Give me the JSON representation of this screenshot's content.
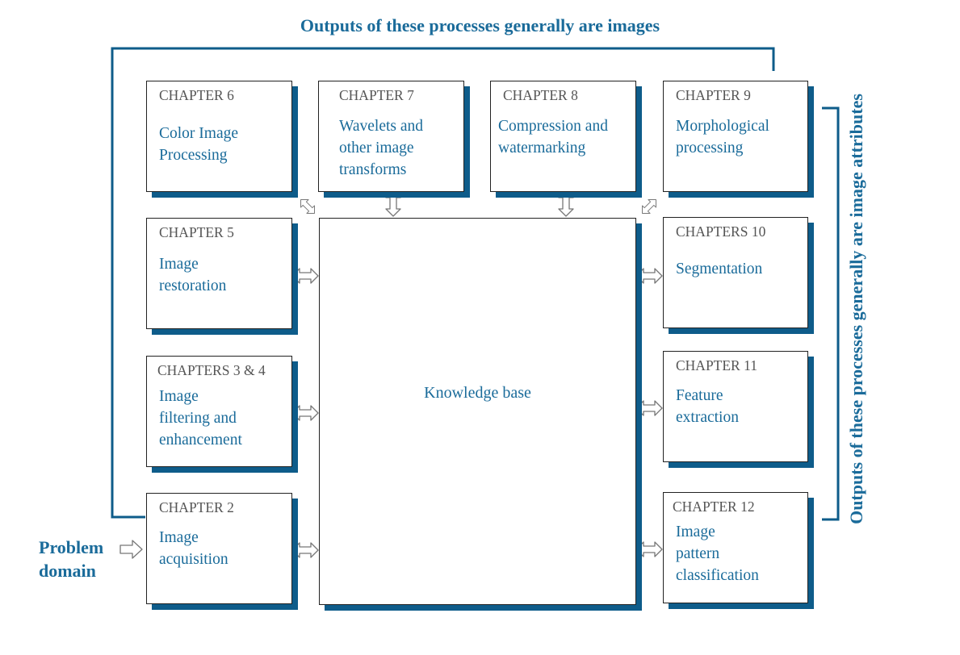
{
  "top_heading": "Outputs of these processes generally are images",
  "right_heading": "Outputs of these processes generally are image attributes",
  "problem_domain": [
    "Problem",
    "domain"
  ],
  "knowledge_base": "Knowledge base",
  "colors": {
    "accent": "#1a6b9a",
    "shadow": "#0e5c8a",
    "border": "#222222",
    "chapter_text": "#555555"
  },
  "boxes": [
    {
      "id": "ch6",
      "chapter": "CHAPTER 6",
      "title": [
        "Color Image",
        "Processing"
      ]
    },
    {
      "id": "ch7",
      "chapter": "CHAPTER 7",
      "title": [
        "Wavelets and",
        "other image",
        "transforms"
      ]
    },
    {
      "id": "ch8",
      "chapter": "CHAPTER 8",
      "title": [
        "Compression and",
        "watermarking"
      ]
    },
    {
      "id": "ch9",
      "chapter": "CHAPTER 9",
      "title": [
        "Morphological",
        "processing"
      ]
    },
    {
      "id": "ch5",
      "chapter": "CHAPTER 5",
      "title": [
        "Image",
        "restoration"
      ]
    },
    {
      "id": "ch10",
      "chapter": "CHAPTERS 10",
      "title": [
        "Segmentation"
      ]
    },
    {
      "id": "ch3-4",
      "chapter": "CHAPTERS 3 & 4",
      "title": [
        "Image",
        "filtering and",
        "enhancement"
      ]
    },
    {
      "id": "ch11",
      "chapter": "CHAPTER 11",
      "title": [
        "Feature",
        "extraction"
      ]
    },
    {
      "id": "ch2",
      "chapter": "CHAPTER 2",
      "title": [
        "Image",
        "acquisition"
      ]
    },
    {
      "id": "ch12",
      "chapter": "CHAPTER 12",
      "title": [
        "Image",
        "pattern",
        "classification"
      ]
    }
  ]
}
